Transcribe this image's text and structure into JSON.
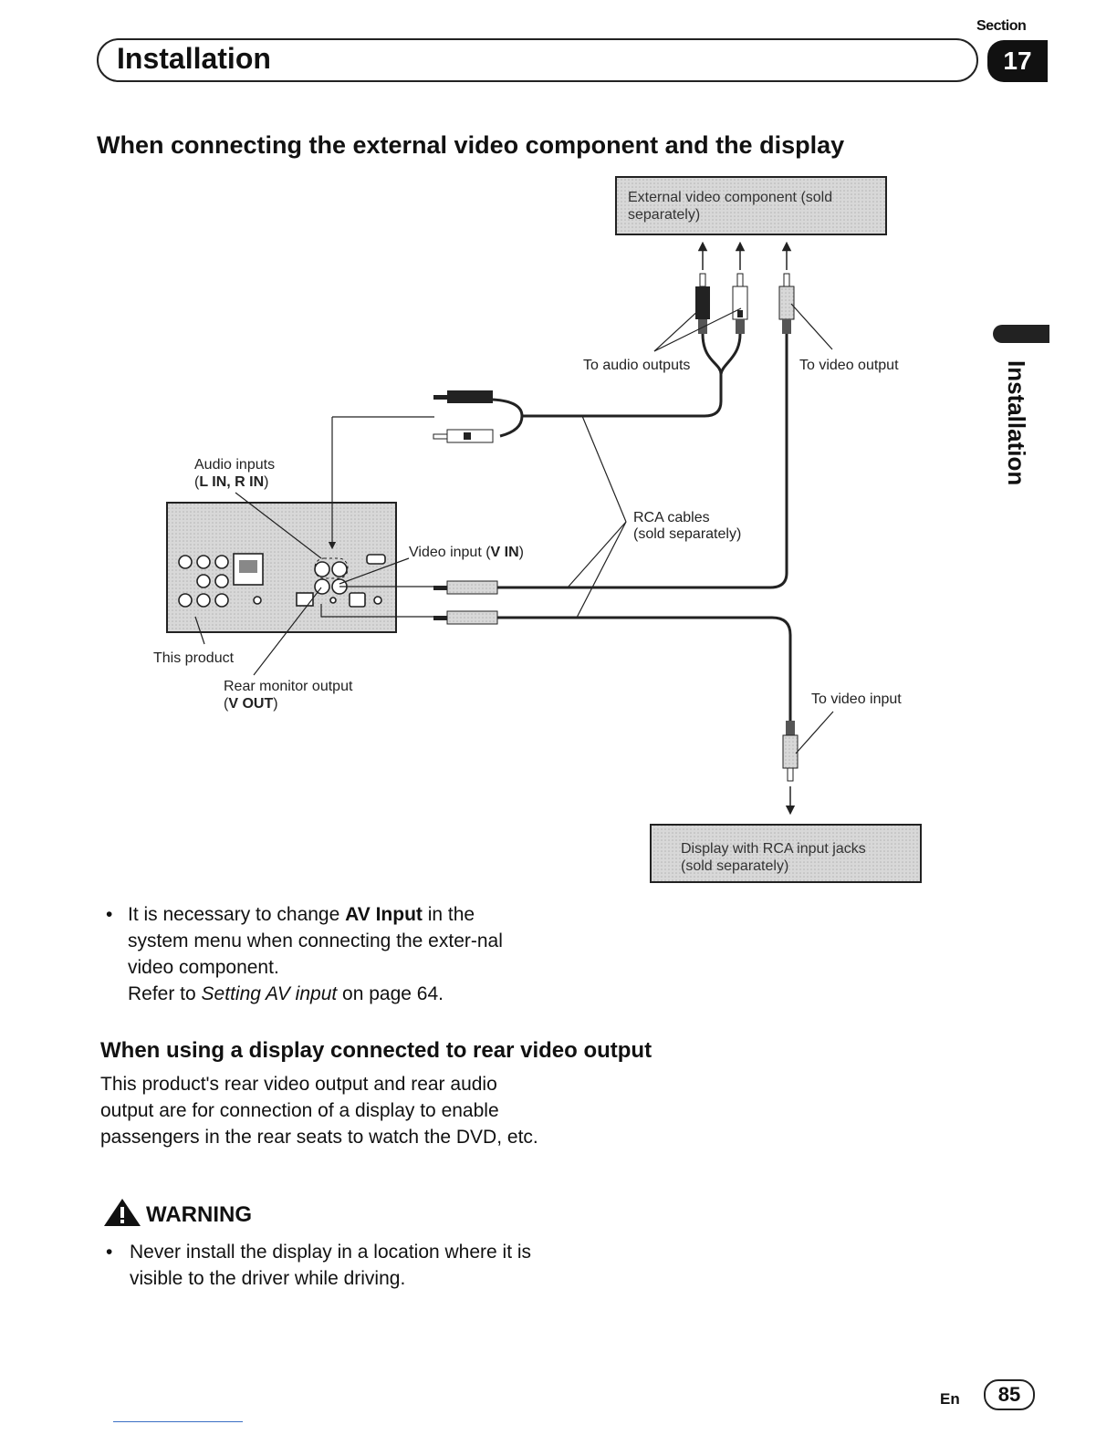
{
  "header": {
    "section_label": "Section",
    "section_number": "17",
    "title": "Installation"
  },
  "side_tab": {
    "label": "Installation"
  },
  "heading1": "When connecting the external video component and the display",
  "diagram": {
    "external_box": {
      "line1": "External video component (sold",
      "line2": "separately)"
    },
    "to_audio_outputs": "To audio outputs",
    "to_video_output": "To video output",
    "audio_inputs": "Audio inputs",
    "audio_inputs_sub_open": "(",
    "audio_inputs_sub_bold": "L IN, R IN",
    "audio_inputs_sub_close": ")",
    "video_input_text": "Video input (",
    "video_input_bold": "V IN",
    "video_input_close": ")",
    "rca_cables_line1": "RCA cables",
    "rca_cables_line2": "(sold separately)",
    "this_product": "This product",
    "rear_monitor_output": "Rear monitor output",
    "rear_monitor_sub_open": "(",
    "rear_monitor_sub_bold": "V OUT",
    "rear_monitor_sub_close": ")",
    "to_video_input": "To video input",
    "display_box": {
      "line1": "Display with RCA input jacks",
      "line2": "(sold separately)"
    }
  },
  "note": {
    "bullet": "•",
    "part1": "It is necessary to change ",
    "bold": "AV Input",
    "part2": " in the system menu when connecting the exter-nal video component.",
    "refer_prefix": "Refer to ",
    "refer_italic": "Setting AV input",
    "refer_suffix": " on page 64."
  },
  "heading2": "When using a display connected to rear video output",
  "paragraph": "This product's rear video output and rear audio output are for connection of a display to enable passengers in the rear seats to watch the DVD, etc.",
  "warning": {
    "title": "WARNING",
    "bullet": "•",
    "text": "Never install the display in a location where it is visible to the driver while driving."
  },
  "footer": {
    "lang": "En",
    "page": "85"
  }
}
